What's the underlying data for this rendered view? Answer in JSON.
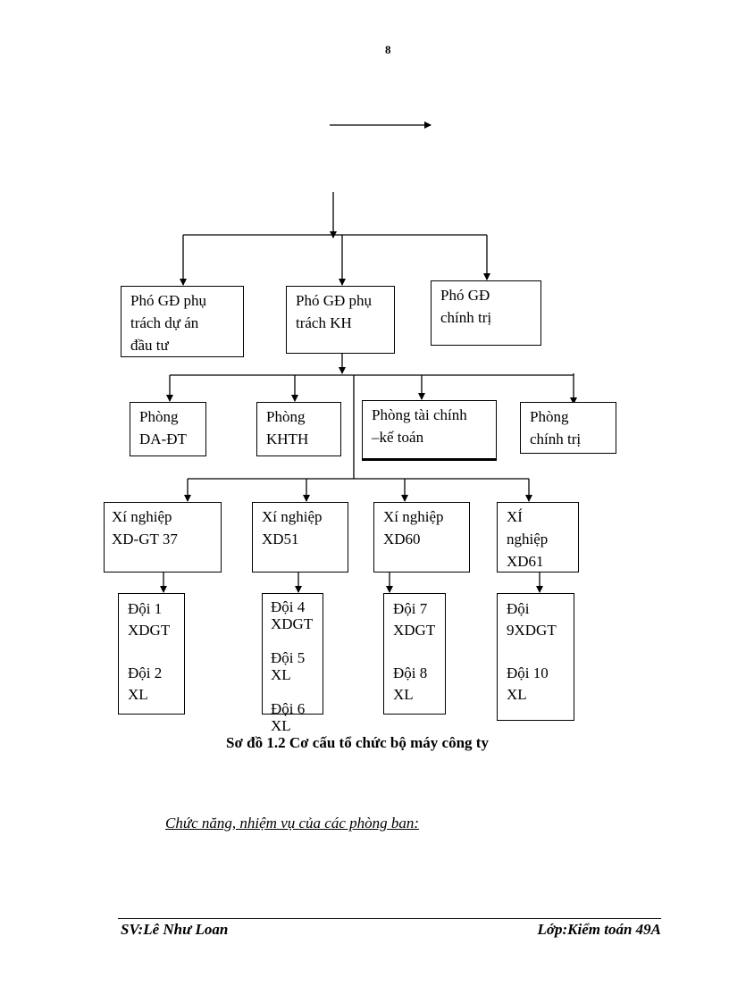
{
  "page_number": "8",
  "diagram": {
    "level1": [
      {
        "label": "Phó GĐ phụ\ntrách dự án\nđầu tư"
      },
      {
        "label": "Phó GĐ phụ\ntrách KH"
      },
      {
        "label": "Phó GĐ\nchính trị"
      }
    ],
    "departments": [
      {
        "label": "Phòng\nDA-ĐT"
      },
      {
        "label": "Phòng\nKHTH"
      },
      {
        "label": "Phòng tài chính\n–kế toán"
      },
      {
        "label": "Phòng\nchính trị"
      }
    ],
    "enterprises": [
      {
        "label": " Xí nghiệp\nXD-GT 37"
      },
      {
        "label": "Xí nghiệp\nXD51"
      },
      {
        "label": "Xí nghiệp\nXD60"
      },
      {
        "label": "XÍ\nnghiệp\nXD61"
      }
    ],
    "teams": [
      {
        "label": "Đội 1\nXDGT\n\nĐội 2\nXL"
      },
      {
        "label": "Đội 4\nXDGT\n\nĐội 5 XL\n\nĐội 6 XL"
      },
      {
        "label": "Đội 7\nXDGT\n\nĐội 8\nXL"
      },
      {
        "label": "Đội\n9XDGT\n\nĐội 10\nXL"
      }
    ],
    "caption": "Sơ đồ 1.2 Cơ cấu tổ chức bộ máy công ty"
  },
  "section_heading": "Chức năng, nhiệm vụ của các phòng ban:",
  "footer": {
    "student": "SV:Lê Như Loan",
    "class": "Lớp:Kiểm toán 49A"
  }
}
